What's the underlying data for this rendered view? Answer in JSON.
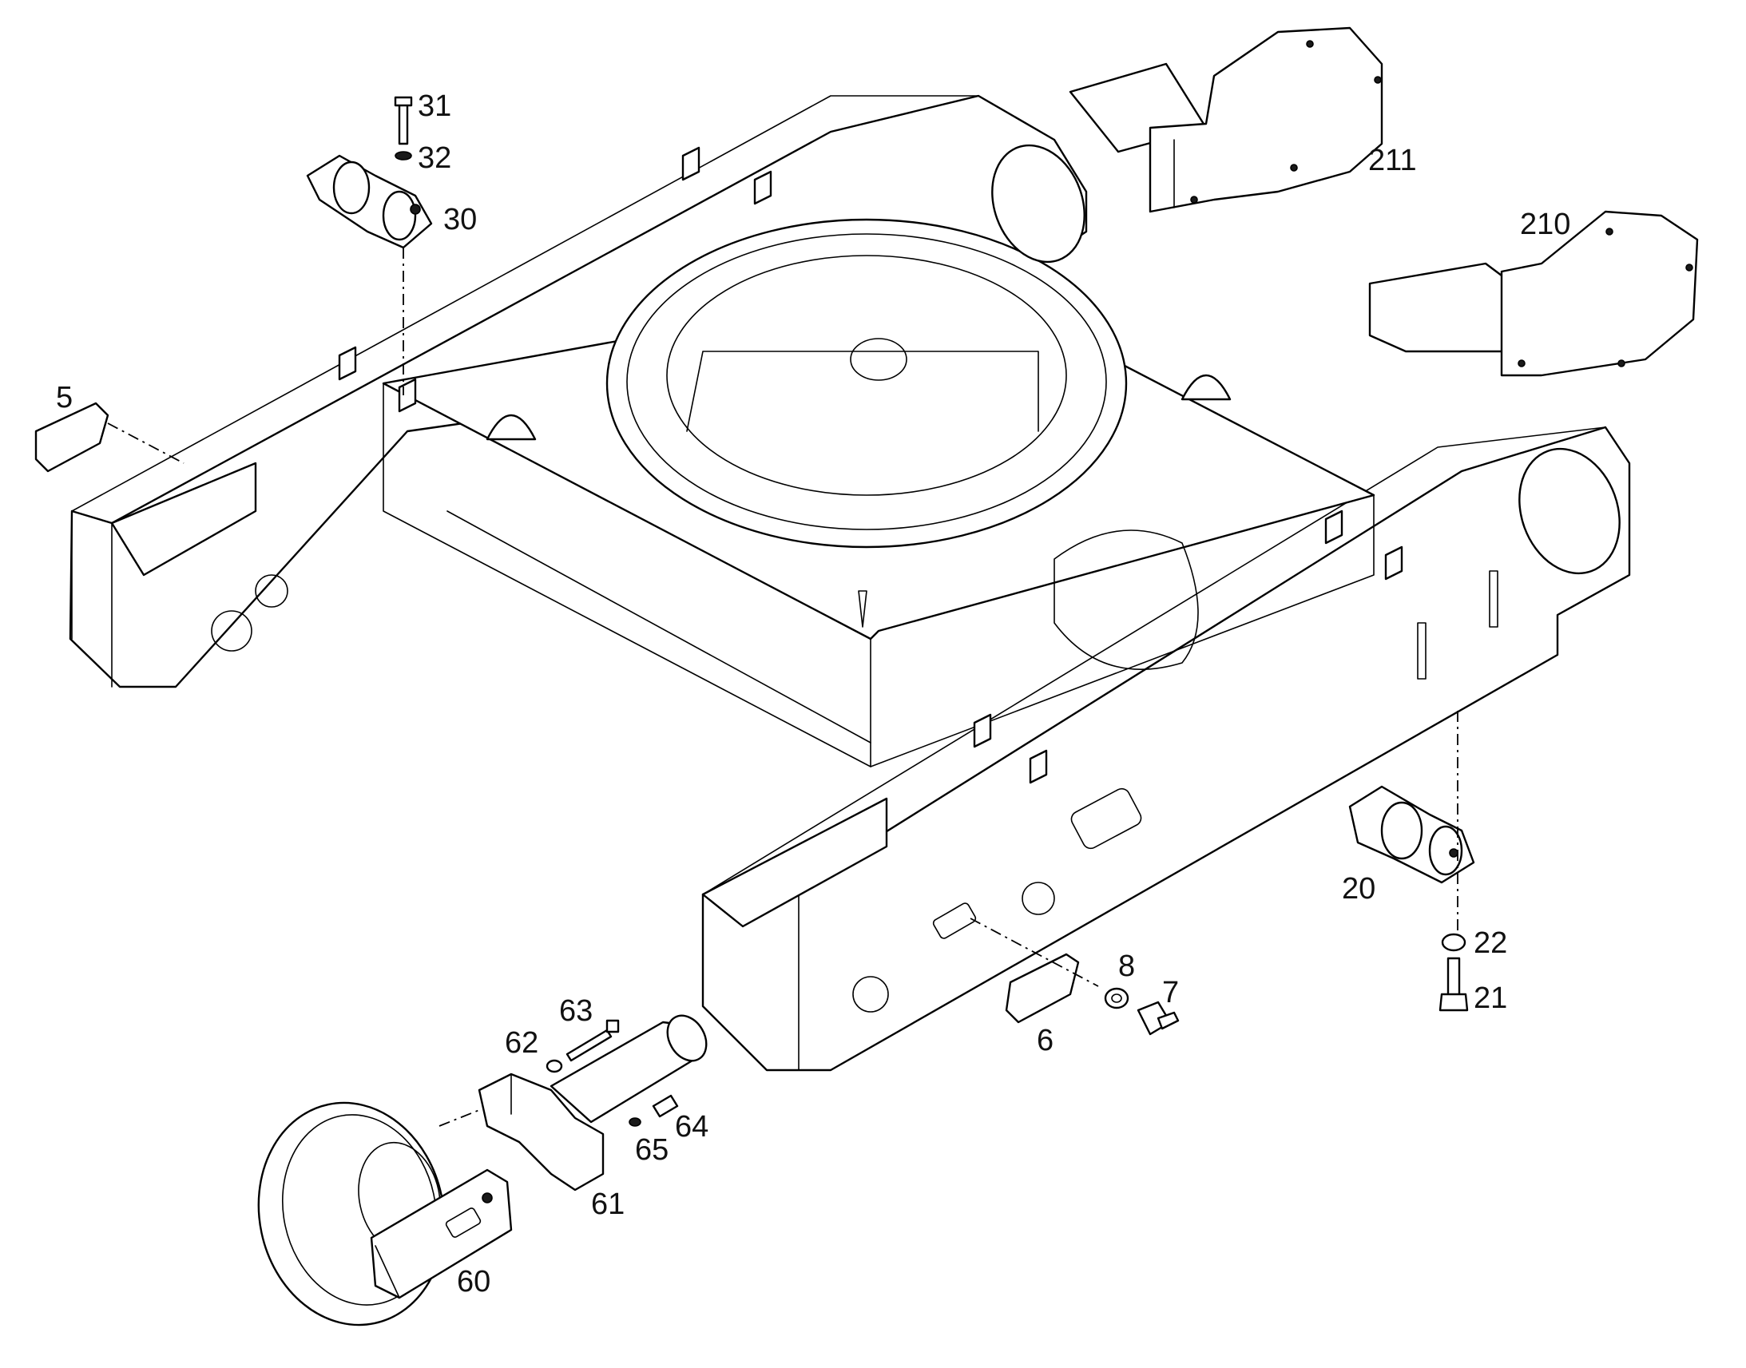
{
  "colors": {
    "line": "#000000",
    "background": "#ffffff",
    "label": "#111111"
  },
  "callouts": {
    "c5": "5",
    "c6": "6",
    "c7": "7",
    "c8": "8",
    "c20": "20",
    "c21": "21",
    "c22": "22",
    "c30": "30",
    "c31": "31",
    "c32": "32",
    "c60": "60",
    "c61": "61",
    "c62": "62",
    "c63": "63",
    "c64": "64",
    "c65": "65",
    "c210": "210",
    "c211": "211"
  }
}
